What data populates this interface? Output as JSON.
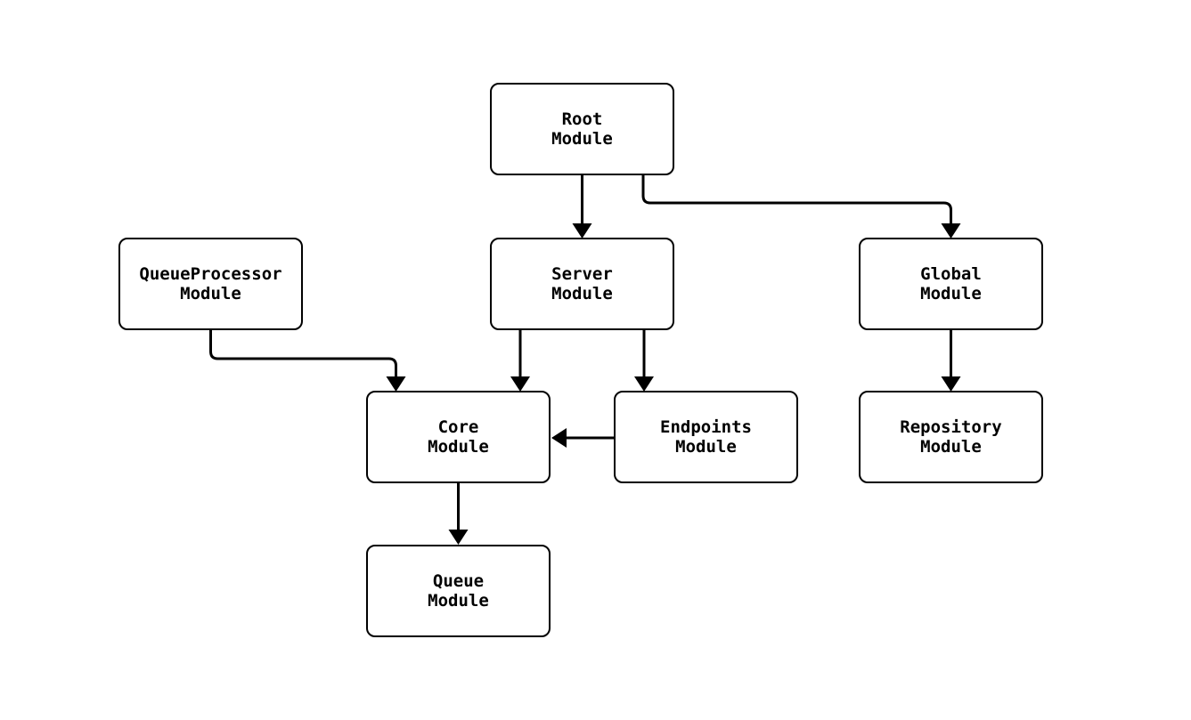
{
  "diagram": {
    "type": "module-dependency-flowchart",
    "background_color": "#ffffff",
    "node_fill_color": "#ffffff",
    "node_border_color": "#000000",
    "edge_color": "#000000",
    "text_color": "#000000",
    "nodes": [
      {
        "id": "root",
        "line1": "Root",
        "line2": "Module"
      },
      {
        "id": "queueprocessor",
        "line1": "QueueProcessor",
        "line2": "Module"
      },
      {
        "id": "server",
        "line1": "Server",
        "line2": "Module"
      },
      {
        "id": "global",
        "line1": "Global",
        "line2": "Module"
      },
      {
        "id": "core",
        "line1": "Core",
        "line2": "Module"
      },
      {
        "id": "endpoints",
        "line1": "Endpoints",
        "line2": "Module"
      },
      {
        "id": "repository",
        "line1": "Repository",
        "line2": "Module"
      },
      {
        "id": "queue",
        "line1": "Queue",
        "line2": "Module"
      }
    ],
    "edges": [
      {
        "from": "root",
        "to": "server"
      },
      {
        "from": "root",
        "to": "global"
      },
      {
        "from": "queueprocessor",
        "to": "core"
      },
      {
        "from": "server",
        "to": "core"
      },
      {
        "from": "server",
        "to": "endpoints"
      },
      {
        "from": "endpoints",
        "to": "core"
      },
      {
        "from": "global",
        "to": "repository"
      },
      {
        "from": "core",
        "to": "queue"
      }
    ]
  }
}
